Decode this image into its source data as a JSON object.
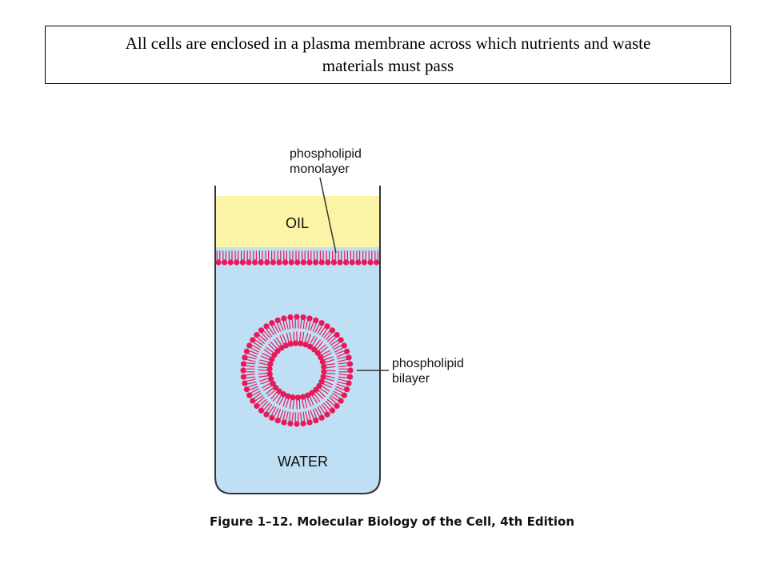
{
  "slide": {
    "title_line1": "All cells are enclosed in a plasma membrane across which nutrients and waste",
    "title_line2": "materials must pass"
  },
  "figure": {
    "oil_label": "OIL",
    "water_label": "WATER",
    "monolayer_label_line1": "phospholipid",
    "monolayer_label_line2": "monolayer",
    "bilayer_label_line1": "phospholipid",
    "bilayer_label_line2": "bilayer",
    "caption": "Figure 1–12. Molecular Biology of the Cell, 4th Edition",
    "colors": {
      "oil": "#fbf3a6",
      "water": "#bfe0f4",
      "lipid_head": "#e8195a",
      "tube_outline": "#333333"
    }
  }
}
